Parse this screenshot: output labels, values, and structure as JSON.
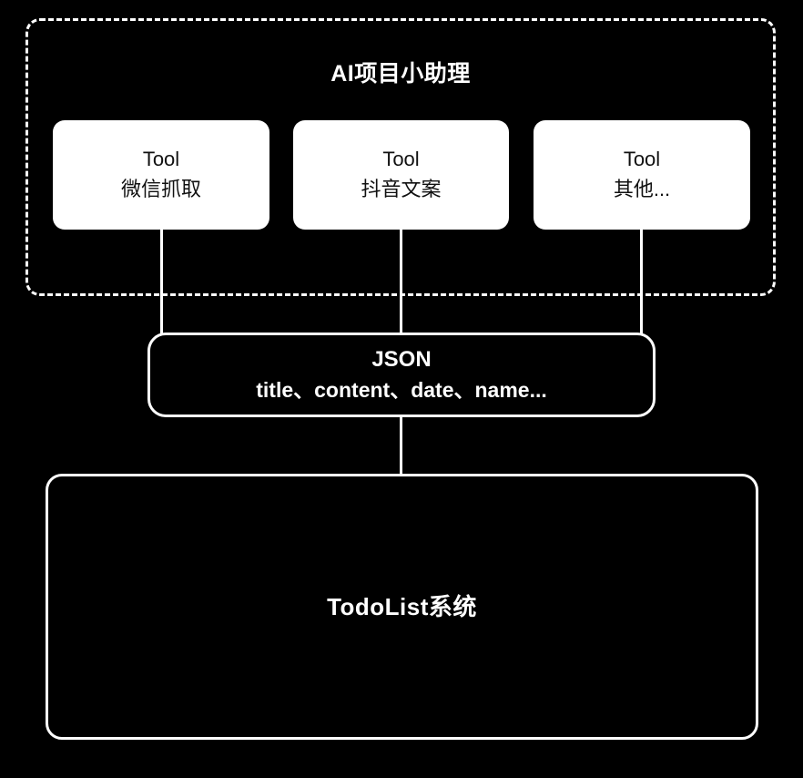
{
  "diagram": {
    "background_color": "#000000",
    "line_color": "#ffffff",
    "card_fill_color": "#ffffff",
    "card_text_color": "#111111"
  },
  "agent_group": {
    "title": "AI项目小助理",
    "border_style": "dashed",
    "tools": [
      {
        "kind": "Tool",
        "name": "微信抓取"
      },
      {
        "kind": "Tool",
        "name": "抖音文案"
      },
      {
        "kind": "Tool",
        "name": "其他..."
      }
    ]
  },
  "json_node": {
    "title": "JSON",
    "fields": "title、content、date、name..."
  },
  "system_node": {
    "label": "TodoList系统"
  },
  "connectors": [
    {
      "from": "tool-wechat",
      "to": "json-node"
    },
    {
      "from": "tool-douyin",
      "to": "json-node"
    },
    {
      "from": "tool-other",
      "to": "json-node"
    },
    {
      "from": "json-node",
      "to": "system-node"
    }
  ]
}
